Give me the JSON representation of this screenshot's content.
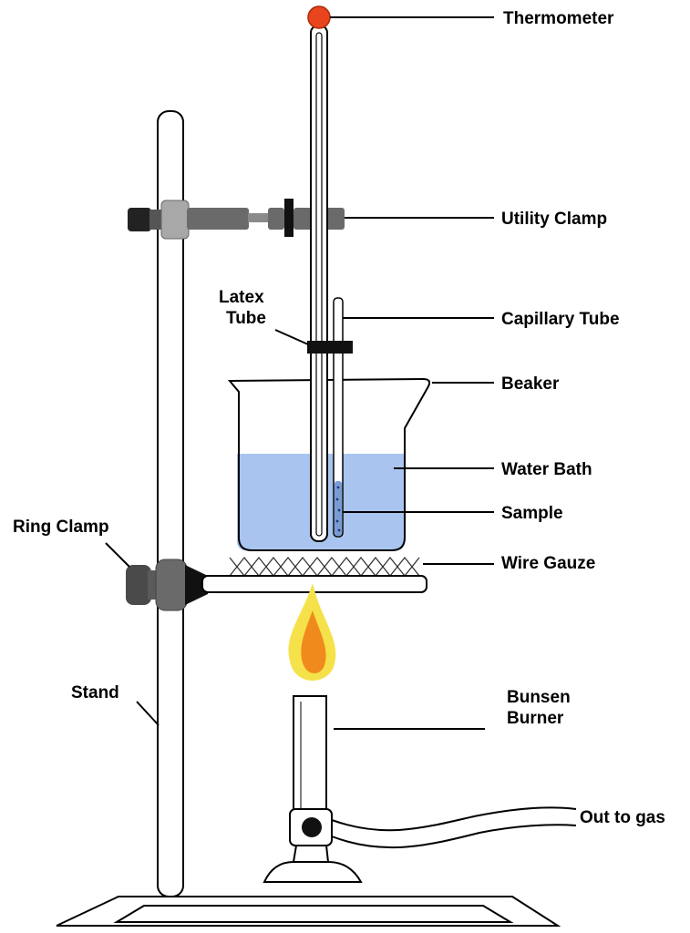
{
  "labels": {
    "thermometer": "Thermometer",
    "utility_clamp": "Utility Clamp",
    "latex_tube_line1": "Latex",
    "latex_tube_line2": "Tube",
    "capillary_tube": "Capillary Tube",
    "beaker": "Beaker",
    "water_bath": "Water Bath",
    "sample": "Sample",
    "ring_clamp": "Ring Clamp",
    "wire_gauze": "Wire Gauze",
    "stand": "Stand",
    "bunsen_burner_line1": "Bunsen",
    "bunsen_burner_line2": "Burner",
    "out_to_gas": "Out to gas"
  },
  "colors": {
    "water": "#a9c4ef",
    "thermometer_bulb": "#e8451e",
    "flame_outer": "#f5e24a",
    "flame_inner": "#f08a1c",
    "metal_dark": "#5a5a5a",
    "metal_mid": "#8a8a8a",
    "outline": "#000000"
  }
}
